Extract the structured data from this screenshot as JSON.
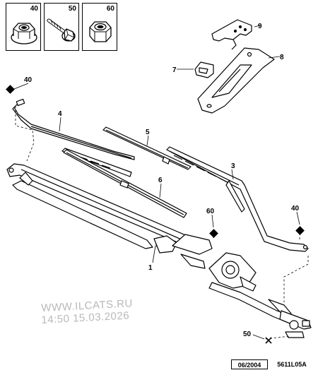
{
  "legend": [
    {
      "label": "40",
      "icon": "flange-nut-icon"
    },
    {
      "label": "50",
      "icon": "bolt-icon"
    },
    {
      "label": "60",
      "icon": "hex-nut-icon"
    }
  ],
  "callouts": {
    "c1": "1",
    "c3": "3",
    "c4": "4",
    "c5": "5",
    "c6": "6",
    "c7": "7",
    "c8": "8",
    "c9": "9",
    "c40a": "40",
    "c40b": "40",
    "c50": "50",
    "c60": "60"
  },
  "watermark": {
    "line1": "WWW.ILCATS.RU",
    "line2": "14:50 15.03.2026"
  },
  "footer": {
    "date": "06/2004",
    "ref": "5611L05A"
  }
}
